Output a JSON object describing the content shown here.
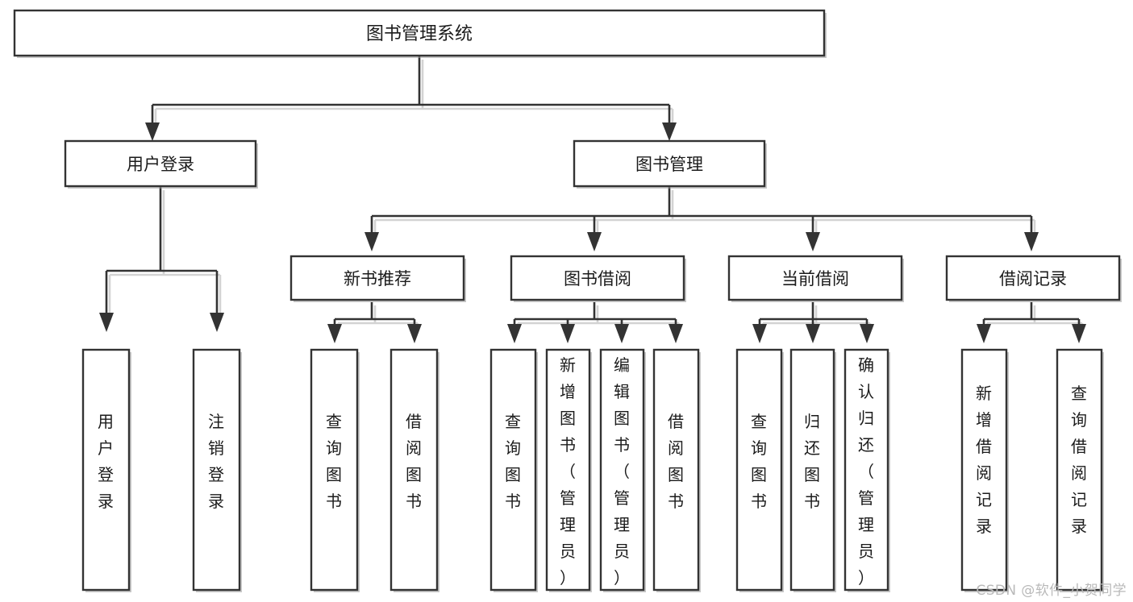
{
  "diagram": {
    "type": "tree",
    "title": "图书管理系统",
    "watermark": "CSDN @软件_小贺同学",
    "colors": {
      "background": "#ffffff",
      "node_fill": "#ffffff",
      "node_stroke": "#333333",
      "connector": "#333333",
      "text": "#1b1b1b",
      "watermark": "#b9b9b9"
    },
    "levels": {
      "level0": [
        "图书管理系统"
      ],
      "level1": [
        "用户登录",
        "图书管理"
      ],
      "level2": [
        "新书推荐",
        "图书借阅",
        "当前借阅",
        "借阅记录"
      ],
      "level3": [
        "用户登录",
        "注销登录",
        "查询图书",
        "借阅图书",
        "查询图书",
        "新增图书（管理员）",
        "编辑图书（管理员）",
        "借阅图书",
        "查询图书",
        "归还图书",
        "确认归还（管理员）",
        "新增借阅记录",
        "查询借阅记录"
      ]
    },
    "nodes": {
      "root": {
        "id": "root",
        "label": "图书管理系统",
        "level": 0
      },
      "user_login": {
        "id": "user_login",
        "label": "用户登录",
        "level": 1
      },
      "book_mgmt": {
        "id": "book_mgmt",
        "label": "图书管理",
        "level": 1
      },
      "new_book_rec": {
        "id": "new_book_rec",
        "label": "新书推荐",
        "level": 2
      },
      "book_borrow": {
        "id": "book_borrow",
        "label": "图书借阅",
        "level": 2
      },
      "current_borrow": {
        "id": "current_borrow",
        "label": "当前借阅",
        "level": 2
      },
      "borrow_record": {
        "id": "borrow_record",
        "label": "借阅记录",
        "level": 2
      },
      "leaf_1": {
        "id": "leaf_1",
        "label": "用户登录",
        "parent": "user_login",
        "level": 3
      },
      "leaf_2": {
        "id": "leaf_2",
        "label": "注销登录",
        "parent": "user_login",
        "level": 3
      },
      "leaf_3": {
        "id": "leaf_3",
        "label": "查询图书",
        "parent": "new_book_rec",
        "level": 3
      },
      "leaf_4": {
        "id": "leaf_4",
        "label": "借阅图书",
        "parent": "new_book_rec",
        "level": 3
      },
      "leaf_5": {
        "id": "leaf_5",
        "label": "查询图书",
        "parent": "book_borrow",
        "level": 3
      },
      "leaf_6": {
        "id": "leaf_6",
        "label": "新增图书（管理员）",
        "parent": "book_borrow",
        "level": 3
      },
      "leaf_7": {
        "id": "leaf_7",
        "label": "编辑图书（管理员）",
        "parent": "book_borrow",
        "level": 3
      },
      "leaf_8": {
        "id": "leaf_8",
        "label": "借阅图书",
        "parent": "book_borrow",
        "level": 3
      },
      "leaf_9": {
        "id": "leaf_9",
        "label": "查询图书",
        "parent": "current_borrow",
        "level": 3
      },
      "leaf_10": {
        "id": "leaf_10",
        "label": "归还图书",
        "parent": "current_borrow",
        "level": 3
      },
      "leaf_11": {
        "id": "leaf_11",
        "label": "确认归还（管理员）",
        "parent": "current_borrow",
        "level": 3
      },
      "leaf_12": {
        "id": "leaf_12",
        "label": "新增借阅记录",
        "parent": "borrow_record",
        "level": 3
      },
      "leaf_13": {
        "id": "leaf_13",
        "label": "查询借阅记录",
        "parent": "borrow_record",
        "level": 3
      }
    },
    "edges": [
      {
        "from": "root",
        "to": "user_login"
      },
      {
        "from": "root",
        "to": "book_mgmt"
      },
      {
        "from": "book_mgmt",
        "to": "new_book_rec"
      },
      {
        "from": "book_mgmt",
        "to": "book_borrow"
      },
      {
        "from": "book_mgmt",
        "to": "current_borrow"
      },
      {
        "from": "book_mgmt",
        "to": "borrow_record"
      },
      {
        "from": "user_login",
        "to": "leaf_1"
      },
      {
        "from": "user_login",
        "to": "leaf_2"
      },
      {
        "from": "new_book_rec",
        "to": "leaf_3"
      },
      {
        "from": "new_book_rec",
        "to": "leaf_4"
      },
      {
        "from": "book_borrow",
        "to": "leaf_5"
      },
      {
        "from": "book_borrow",
        "to": "leaf_6"
      },
      {
        "from": "book_borrow",
        "to": "leaf_7"
      },
      {
        "from": "book_borrow",
        "to": "leaf_8"
      },
      {
        "from": "current_borrow",
        "to": "leaf_9"
      },
      {
        "from": "current_borrow",
        "to": "leaf_10"
      },
      {
        "from": "current_borrow",
        "to": "leaf_11"
      },
      {
        "from": "borrow_record",
        "to": "leaf_12"
      },
      {
        "from": "borrow_record",
        "to": "leaf_13"
      }
    ]
  }
}
